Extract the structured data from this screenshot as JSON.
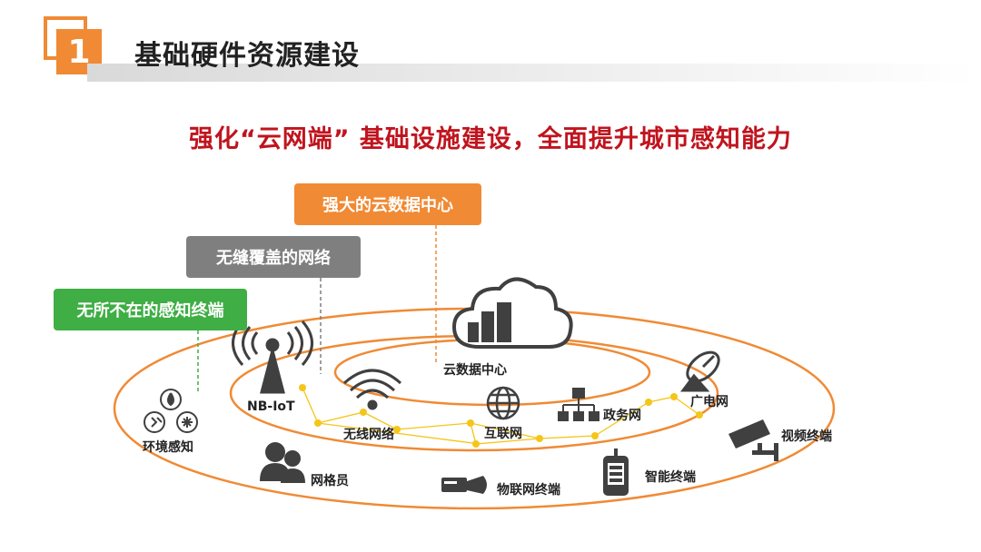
{
  "header": {
    "number": "1",
    "title": "基础硬件资源建设"
  },
  "subtitle": "强化“云网端” 基础设施建设，全面提升城市感知能力",
  "tags": {
    "cloud": "强大的云数据中心",
    "network": "无缝覆盖的网络",
    "terminal": "无所不在的感知终端"
  },
  "nodes": {
    "cloud_center": "云数据中心",
    "nbiot": "NB-IoT",
    "wireless": "无线网络",
    "internet": "互联网",
    "gov_net": "政务网",
    "broadcast": "广电网",
    "environment": "环境感知",
    "grid_staff": "网格员",
    "iot_terminal": "物联网终端",
    "smart_terminal": "智能终端",
    "video_terminal": "视频终端"
  },
  "colors": {
    "orange": "#f08a34",
    "gray": "#7f7f7f",
    "green": "#3fae45",
    "red": "#c0141e",
    "dot": "#f5c518"
  }
}
